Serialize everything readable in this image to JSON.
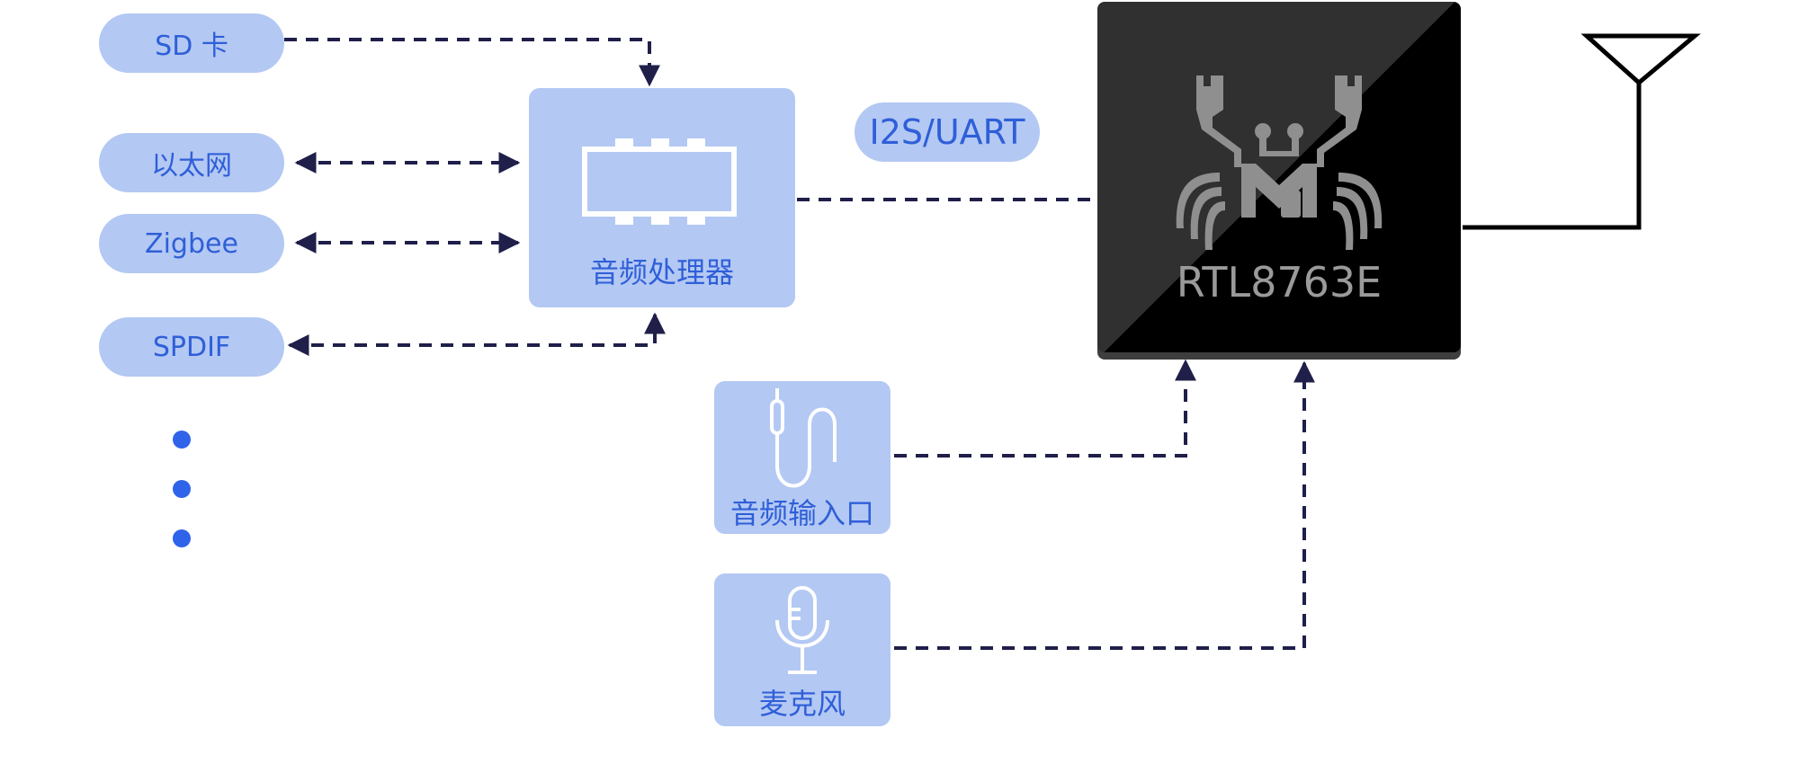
{
  "peripherals": {
    "sd_card": "SD 卡",
    "ethernet": "以太网",
    "zigbee": "Zigbee",
    "spdif": "SPDIF"
  },
  "audio_processor": {
    "label": "音频处理器",
    "icon": "chip-icon"
  },
  "interface_tag": "I2S/UART",
  "main_chip": {
    "label": "RTL8763E",
    "icon": "realtek-crab-logo"
  },
  "audio_input": {
    "label": "音频输入口",
    "icon": "audio-cable-icon"
  },
  "microphone": {
    "label": "麦克风",
    "icon": "microphone-icon"
  },
  "more_indicator": "ellipsis-dots",
  "colors": {
    "box_fill": "#b3c8f3",
    "text_blue": "#2f5fd8",
    "connector": "#1f1f4a",
    "chip_dark": "#000000"
  }
}
